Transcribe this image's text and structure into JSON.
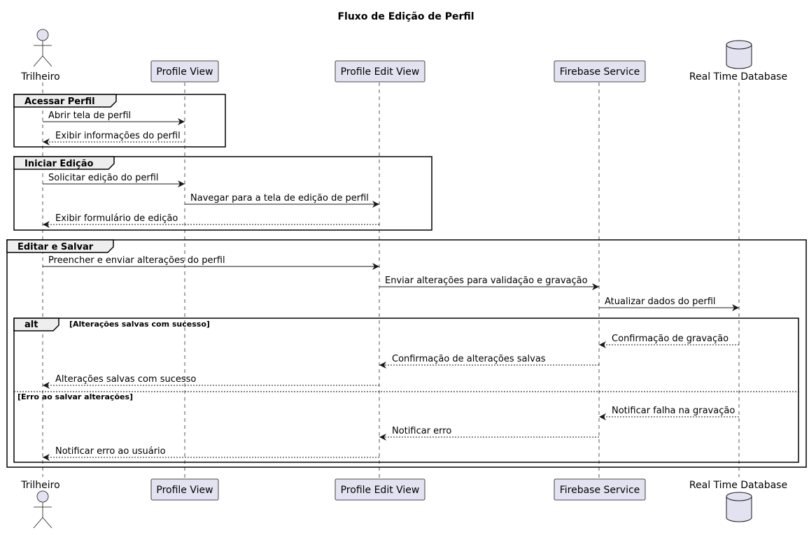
{
  "title": "Fluxo de Edição de Perfil",
  "participants": [
    {
      "id": "trilheiro",
      "label": "Trilheiro",
      "kind": "actor"
    },
    {
      "id": "profile_view",
      "label": "Profile View",
      "kind": "participant"
    },
    {
      "id": "profile_edit_view",
      "label": "Profile Edit View",
      "kind": "participant"
    },
    {
      "id": "firebase_service",
      "label": "Firebase Service",
      "kind": "participant"
    },
    {
      "id": "rtdb",
      "label": "Real Time Database",
      "kind": "database"
    }
  ],
  "groups": [
    {
      "label": "Acessar Perfil"
    },
    {
      "label": "Iniciar Edição"
    },
    {
      "label": "Editar e Salvar"
    }
  ],
  "alt": {
    "label": "alt",
    "conditions": [
      "[Alterações salvas com sucesso]",
      "[Erro ao salvar alterações]"
    ]
  },
  "messages": [
    {
      "from": "trilheiro",
      "to": "profile_view",
      "text": "Abrir tela de perfil",
      "style": "solid"
    },
    {
      "from": "profile_view",
      "to": "trilheiro",
      "text": "Exibir informações do perfil",
      "style": "dashed"
    },
    {
      "from": "trilheiro",
      "to": "profile_view",
      "text": "Solicitar edição do perfil",
      "style": "solid"
    },
    {
      "from": "profile_view",
      "to": "profile_edit_view",
      "text": "Navegar para a tela de edição de perfil",
      "style": "solid"
    },
    {
      "from": "profile_edit_view",
      "to": "trilheiro",
      "text": "Exibir formulário de edição",
      "style": "dashed"
    },
    {
      "from": "trilheiro",
      "to": "profile_edit_view",
      "text": "Preencher e enviar alterações do perfil",
      "style": "solid"
    },
    {
      "from": "profile_edit_view",
      "to": "firebase_service",
      "text": "Enviar alterações para validação e gravação",
      "style": "solid"
    },
    {
      "from": "firebase_service",
      "to": "rtdb",
      "text": "Atualizar dados do perfil",
      "style": "solid"
    },
    {
      "from": "rtdb",
      "to": "firebase_service",
      "text": "Confirmação de gravação",
      "style": "dashed"
    },
    {
      "from": "firebase_service",
      "to": "profile_edit_view",
      "text": "Confirmação de alterações salvas",
      "style": "dashed"
    },
    {
      "from": "profile_edit_view",
      "to": "trilheiro",
      "text": "Alterações salvas com sucesso",
      "style": "dashed"
    },
    {
      "from": "rtdb",
      "to": "firebase_service",
      "text": "Notificar falha na gravação",
      "style": "dashed"
    },
    {
      "from": "firebase_service",
      "to": "profile_edit_view",
      "text": "Notificar erro",
      "style": "dashed"
    },
    {
      "from": "profile_edit_view",
      "to": "trilheiro",
      "text": "Notificar erro ao usuário",
      "style": "dashed"
    }
  ]
}
